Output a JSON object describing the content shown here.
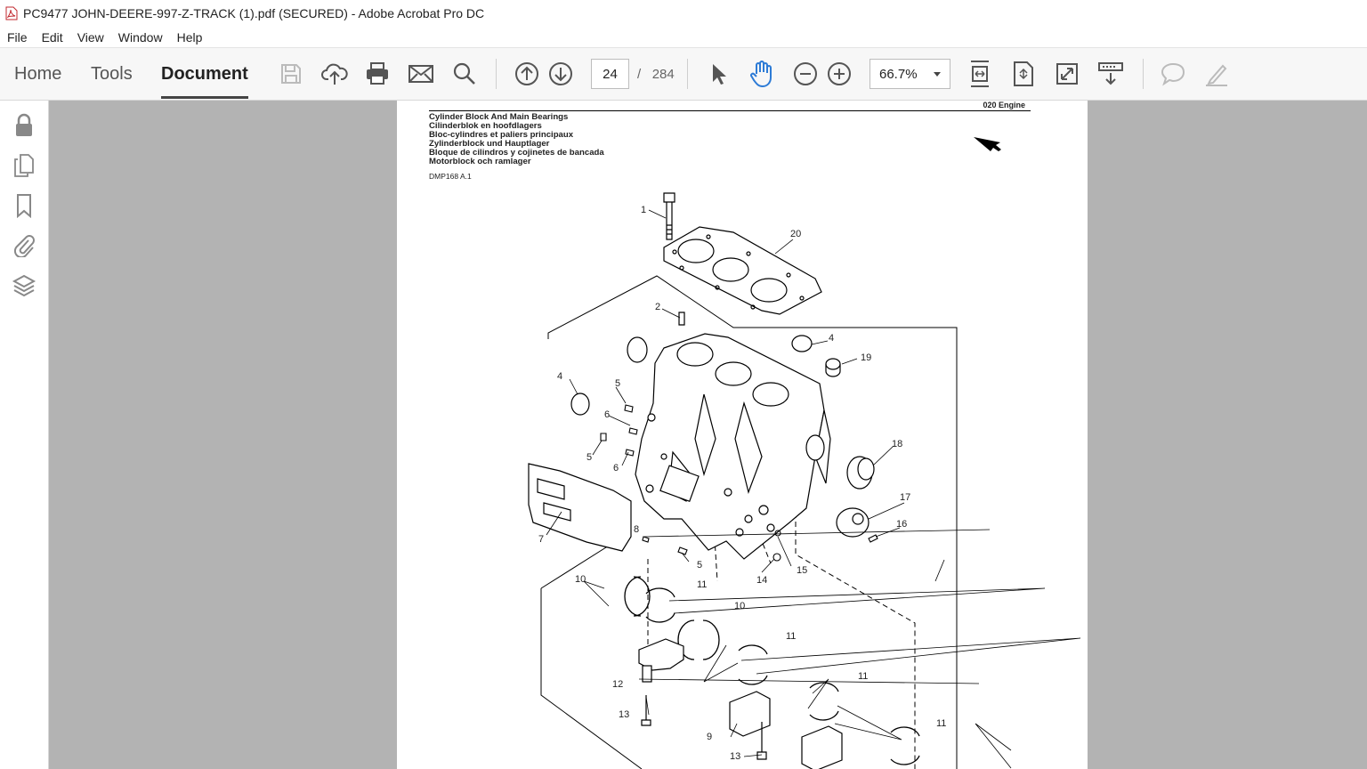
{
  "window": {
    "title": "PC9477 JOHN-DEERE-997-Z-TRACK (1).pdf (SECURED) - Adobe Acrobat Pro DC"
  },
  "menu": [
    "File",
    "Edit",
    "View",
    "Window",
    "Help"
  ],
  "tabs": [
    {
      "label": "Home",
      "active": false
    },
    {
      "label": "Tools",
      "active": false
    },
    {
      "label": "Document",
      "active": true
    }
  ],
  "toolbar": {
    "icons": [
      "save-icon",
      "cloud-upload-icon",
      "print-icon",
      "mail-icon",
      "search-icon",
      "prev-page-icon",
      "next-page-icon",
      "select-arrow-icon",
      "hand-tool-icon",
      "zoom-out-icon",
      "zoom-in-icon",
      "fit-page-icon",
      "scrolling-mode-icon",
      "full-screen-icon",
      "read-mode-icon",
      "comment-icon",
      "highlight-pen-icon"
    ],
    "page_current": "24",
    "page_separator": "/",
    "page_total": "284",
    "zoom": "66.7%",
    "accent_color": "#2d7bd6"
  },
  "left_panel": {
    "icons": [
      "lock-icon",
      "pages-icon",
      "bookmark-icon",
      "attachment-icon",
      "layers-icon"
    ]
  },
  "document": {
    "section": "020  Engine",
    "titles": [
      "Cylinder Block And Main Bearings",
      "Cilinderblok en hoofdlagers",
      "Bloc-cylindres et paliers principaux",
      "Zylinderblock und Hauptlager",
      "Bloque de cilindros y cojinetes de bancada",
      "Motorblock och ramlager"
    ],
    "code": "DMP168 A.1",
    "callouts": [
      "1",
      "20",
      "2",
      "4",
      "19",
      "4",
      "5",
      "6",
      "5",
      "6",
      "18",
      "17",
      "16",
      "7",
      "8",
      "5",
      "14",
      "15",
      "10",
      "11",
      "10",
      "11",
      "12",
      "13",
      "11",
      "9",
      "13",
      "11"
    ]
  }
}
